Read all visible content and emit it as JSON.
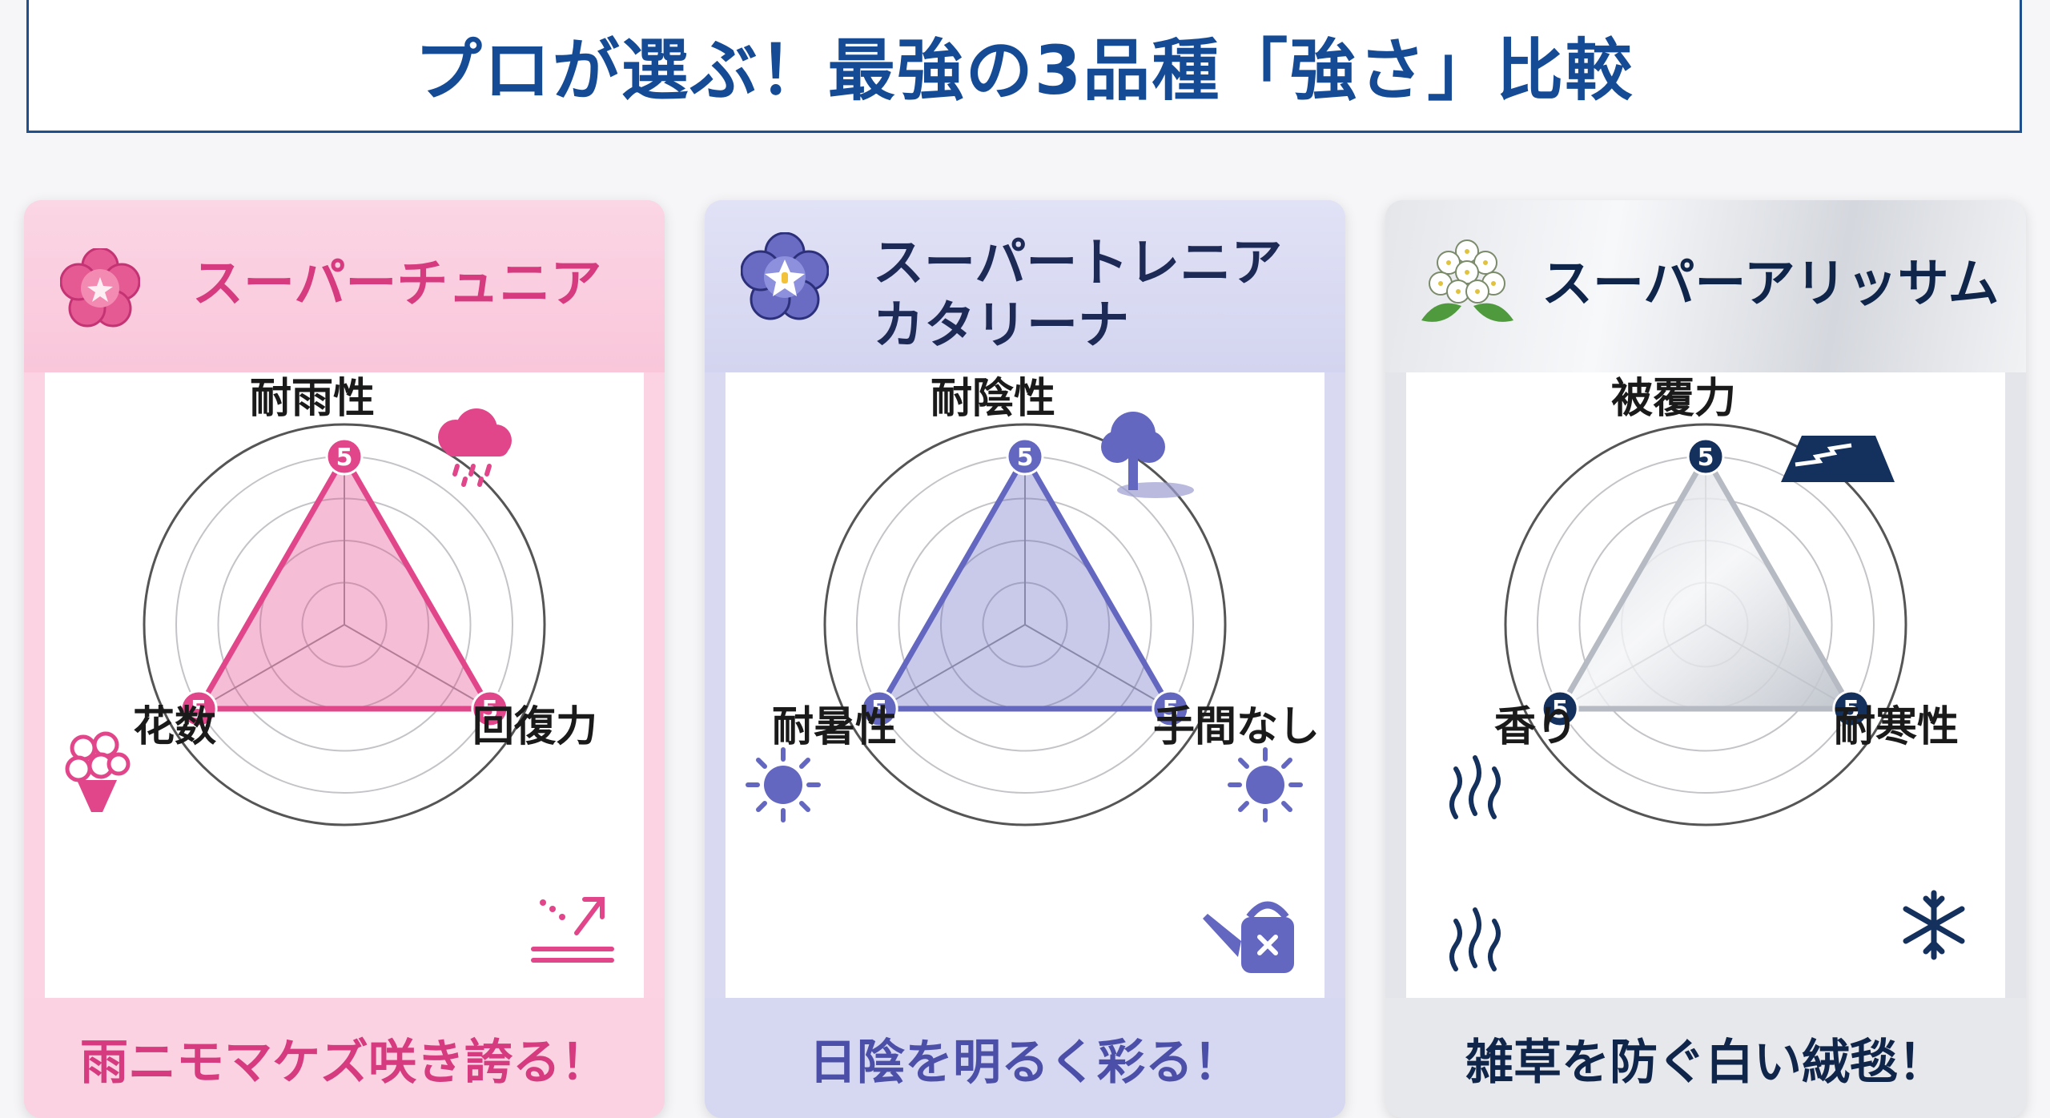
{
  "title": "プロが選ぶ！最強の3品種「強さ」比較",
  "chart_data": [
    {
      "type": "radar",
      "name_lines": [
        "スーパーチュニア"
      ],
      "axes": [
        "耐雨性",
        "回復力",
        "花数"
      ],
      "values": [
        5,
        5,
        5
      ],
      "max": 5,
      "footer": "雨ニモマケズ咲き誇る！",
      "color": "#e2468a",
      "icons": [
        "flower-icon",
        "rain-cloud-icon",
        "recovery-arrow-icon",
        "bouquet-icon"
      ]
    },
    {
      "type": "radar",
      "name_lines": [
        "スーパートレニア",
        "カタリーナ"
      ],
      "axes": [
        "耐陰性",
        "手間なし",
        "耐暑性"
      ],
      "values": [
        5,
        5,
        5
      ],
      "max": 5,
      "footer": "日陰を明るく彩る！",
      "color": "#6467bf",
      "icons": [
        "flower-icon",
        "tree-shade-icon",
        "sun-icon",
        "watering-can-icon",
        "sun-icon"
      ]
    },
    {
      "type": "radar",
      "name_lines": [
        "スーパーアリッサム"
      ],
      "axes": [
        "被覆力",
        "耐寒性",
        "香り"
      ],
      "values": [
        5,
        5,
        5
      ],
      "max": 5,
      "footer": "雑草を防ぐ白い絨毯！",
      "color": "#14305c",
      "icons": [
        "flower-cluster-icon",
        "ground-cover-icon",
        "snowflake-icon",
        "aroma-icon"
      ]
    }
  ]
}
